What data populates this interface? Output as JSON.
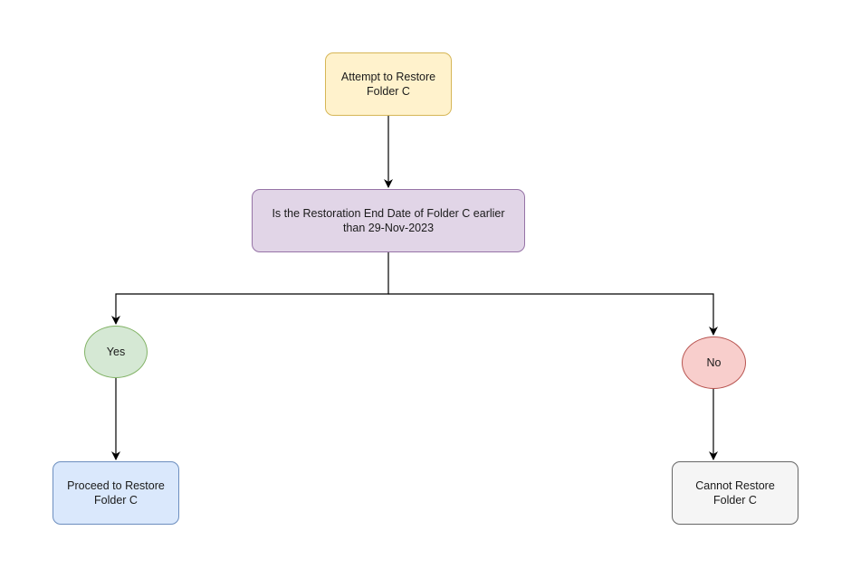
{
  "diagram": {
    "nodes": {
      "start": {
        "label": "Attempt to Restore\nFolder C",
        "fill": "#fff2cc",
        "stroke": "#d6b656"
      },
      "decision": {
        "label": "Is the Restoration End Date of Folder C earlier\nthan 29-Nov-2023",
        "fill": "#e1d5e7",
        "stroke": "#9673a6"
      },
      "yes": {
        "label": "Yes",
        "fill": "#d5e8d4",
        "stroke": "#82b366"
      },
      "no": {
        "label": "No",
        "fill": "#f8cecc",
        "stroke": "#b85450"
      },
      "proceed": {
        "label": "Proceed to Restore\nFolder C",
        "fill": "#dae8fc",
        "stroke": "#6c8ebf"
      },
      "cannot": {
        "label": "Cannot Restore\nFolder C",
        "fill": "#f5f5f5",
        "stroke": "#666666"
      }
    },
    "edges": [
      {
        "from": "start",
        "to": "decision"
      },
      {
        "from": "decision",
        "to": "yes"
      },
      {
        "from": "decision",
        "to": "no"
      },
      {
        "from": "yes",
        "to": "proceed"
      },
      {
        "from": "no",
        "to": "cannot"
      }
    ],
    "edge_color": "#000000"
  }
}
